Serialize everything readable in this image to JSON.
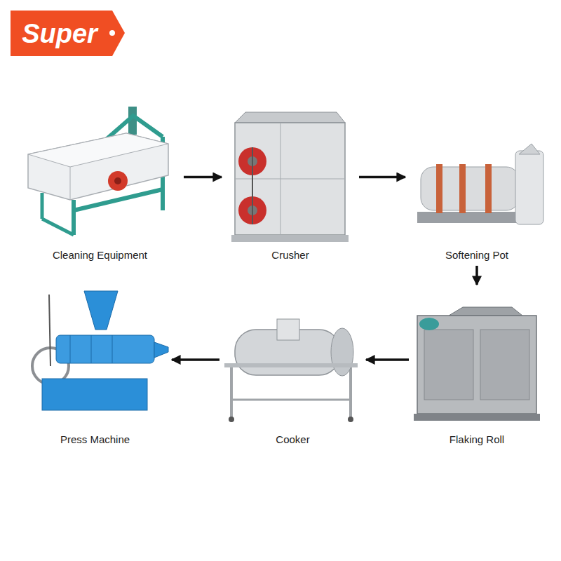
{
  "diagram": {
    "nodes": [
      {
        "text": [
          "Cleaning Equipment"
        ]
      },
      {
        "text": [
          "Crusher"
        ]
      },
      {
        "text": [
          "Softening Pot"
        ]
      },
      {
        "text": [
          "Press Machine"
        ]
      },
      {
        "text": [
          "Cooker"
        ]
      },
      {
        "text": [
          "Flaking Roll"
        ]
      }
    ],
    "edges": [
      {
        "from": 0,
        "to": 1,
        "arrow": "to"
      },
      {
        "from": 1,
        "to": 2,
        "arrow": "to"
      },
      {
        "from": 2,
        "to": 5,
        "arrow": "to"
      },
      {
        "from": 5,
        "to": 4,
        "arrow": "to"
      },
      {
        "from": 4,
        "to": 3,
        "arrow": "to"
      }
    ],
    "labels": [
      "Super"
    ]
  }
}
